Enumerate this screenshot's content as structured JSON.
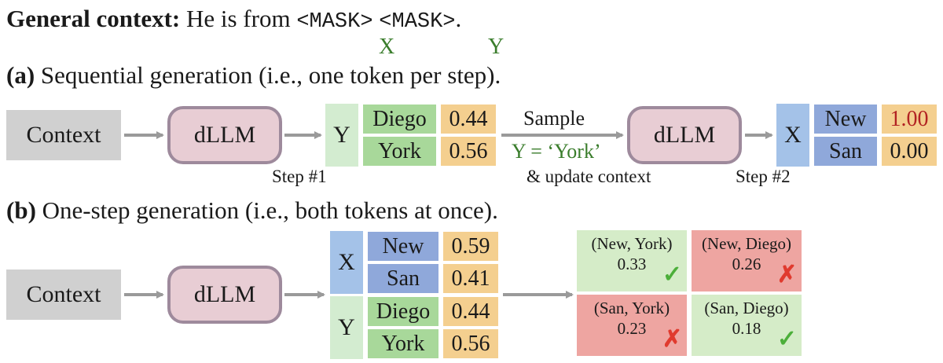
{
  "header": {
    "label": "General context:",
    "text": "He is from",
    "mask1": "<MASK>",
    "mask2": "<MASK>",
    "period": ".",
    "var_x": "X",
    "var_y": "Y"
  },
  "section_a": {
    "tag": "(a)",
    "title": "Sequential generation (i.e., one token per step).",
    "context": "Context",
    "model": "dLLM",
    "step1": {
      "var": "Y",
      "rows": [
        {
          "token": "Diego",
          "prob": "0.44"
        },
        {
          "token": "York",
          "prob": "0.56"
        }
      ],
      "label": "Step #1"
    },
    "sample": {
      "top": "Sample",
      "choice": "Y = ‘York’",
      "bottom": "& update context"
    },
    "model2": "dLLM",
    "step2": {
      "var": "X",
      "rows": [
        {
          "token": "New",
          "prob": "1.00"
        },
        {
          "token": "San",
          "prob": "0.00"
        }
      ],
      "label": "Step #2"
    }
  },
  "section_b": {
    "tag": "(b)",
    "title": "One-step generation (i.e., both tokens at once).",
    "context": "Context",
    "model": "dLLM",
    "x_group": {
      "var": "X",
      "rows": [
        {
          "token": "New",
          "prob": "0.59"
        },
        {
          "token": "San",
          "prob": "0.41"
        }
      ]
    },
    "y_group": {
      "var": "Y",
      "rows": [
        {
          "token": "Diego",
          "prob": "0.44"
        },
        {
          "token": "York",
          "prob": "0.56"
        }
      ]
    },
    "grid": [
      {
        "pair": "(New, York)",
        "value": "0.33",
        "valid": true
      },
      {
        "pair": "(New, Diego)",
        "value": "0.26",
        "valid": false
      },
      {
        "pair": "(San, York)",
        "value": "0.23",
        "valid": false
      },
      {
        "pair": "(San, Diego)",
        "value": "0.18",
        "valid": true
      }
    ]
  },
  "colors": {
    "context": "#d0d0d0",
    "model_fill": "#e8cdd4",
    "model_border": "#9e8a9c",
    "var_x": "#a4c2e8",
    "var_y": "#d3ecd0",
    "tok_green": "#a8d89a",
    "tok_blue": "#8fa8da",
    "prob": "#f4cf8f",
    "cell_valid": "#d5ecc8",
    "cell_invalid": "#eea5a1",
    "text_green": "#3a7d2c",
    "text_red": "#b22222",
    "check": "#4caf3a",
    "cross": "#e03a2e",
    "arrow": "#9a9a9a"
  }
}
